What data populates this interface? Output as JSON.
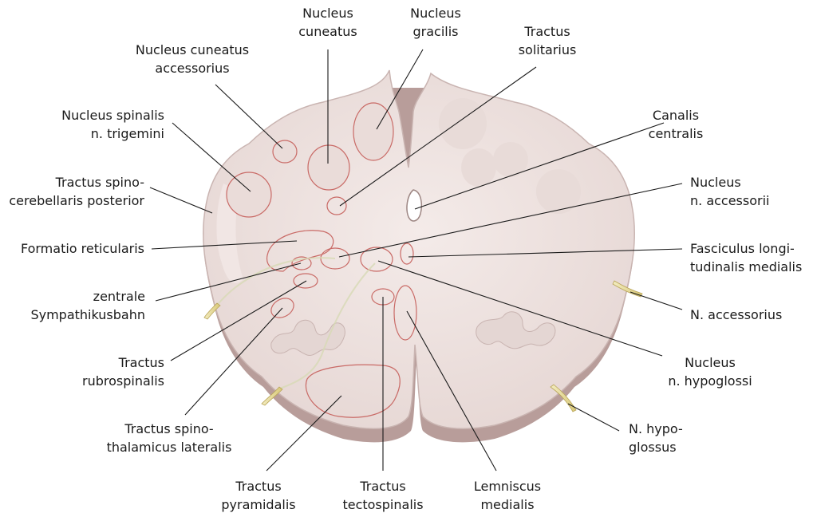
{
  "labels": {
    "nucleus_cuneatus": [
      "Nucleus",
      "cuneatus"
    ],
    "nucleus_gracilis": [
      "Nucleus",
      "gracilis"
    ],
    "tractus_solitarius": [
      "Tractus",
      "solitarius"
    ],
    "nucleus_cuneatus_accessorius": [
      "Nucleus cuneatus",
      "accessorius"
    ],
    "nucleus_spinalis_trigemini": [
      "Nucleus spinalis",
      "n. trigemini"
    ],
    "tractus_spinocerebellaris_posterior": [
      "Tractus spino-",
      "cerebellaris posterior"
    ],
    "formatio_reticularis": [
      "Formatio reticularis"
    ],
    "zentrale_sympathikusbahn": [
      "zentrale",
      "Sympathikusbahn"
    ],
    "tractus_rubrospinalis": [
      "Tractus",
      "rubrospinalis"
    ],
    "tractus_spinothalamicus_lateralis": [
      "Tractus spino-",
      "thalamicus lateralis"
    ],
    "tractus_pyramidalis": [
      "Tractus",
      "pyramidalis"
    ],
    "tractus_tectospinalis": [
      "Tractus",
      "tectospinalis"
    ],
    "lemniscus_medialis": [
      "Lemniscus",
      "medialis"
    ],
    "canalis_centralis": [
      "Canalis",
      "centralis"
    ],
    "nucleus_n_accessorii": [
      "Nucleus",
      "n. accessorii"
    ],
    "fasciculus_longitudinalis_medialis": [
      "Fasciculus longi-",
      "tudinalis medialis"
    ],
    "n_accessorius": [
      "N. accessorius"
    ],
    "nucleus_n_hypoglossi": [
      "Nucleus",
      "n. hypoglossi"
    ],
    "n_hypoglossus": [
      "N. hypo-",
      "glossus"
    ]
  },
  "colors": {
    "tissue": "#eee2e0",
    "tissue_edge": "#c9b4b1",
    "nucleus_outline": "#c96a66",
    "leader_line": "#1a1a1a",
    "nerve": "#e9dfa0"
  }
}
